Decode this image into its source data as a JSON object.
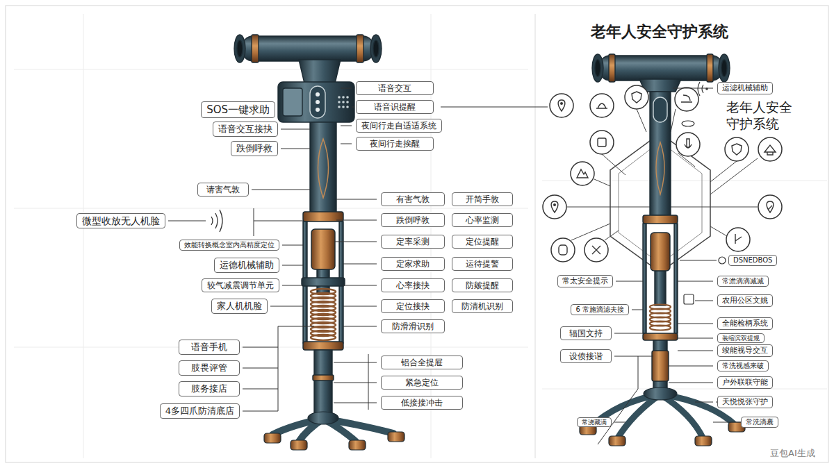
{
  "diagram": {
    "title": "老年人安全守护系统",
    "nodes": [
      {
        "text": [
          "SOS一键求助"
        ]
      },
      {
        "text": [
          "语音交互接抉"
        ]
      },
      {
        "text": [
          "跌倒呼救"
        ]
      },
      {
        "text": [
          "语音交互"
        ]
      },
      {
        "text": [
          "语音识提醒"
        ]
      },
      {
        "text": [
          "夜间行走自适适系统"
        ]
      },
      {
        "text": [
          "夜间行走挨醒"
        ]
      },
      {
        "text": [
          "请害气敦"
        ]
      },
      {
        "text": [
          "有害气敦"
        ]
      },
      {
        "text": [
          "开简手敦"
        ]
      },
      {
        "text": [
          "微型收放无人机脸"
        ]
      },
      {
        "text": [
          "跌倒呼敦"
        ]
      },
      {
        "text": [
          "心率监测"
        ]
      },
      {
        "text": [
          "效能转换概念室内高精度定位"
        ]
      },
      {
        "text": [
          "定率采测"
        ]
      },
      {
        "text": [
          "定位提醒"
        ]
      },
      {
        "text": [
          "运德机械辅助"
        ]
      },
      {
        "text": [
          "定家求助"
        ]
      },
      {
        "text": [
          "运待提警"
        ]
      },
      {
        "text": [
          "较气减震调节单元"
        ]
      },
      {
        "text": [
          "心率接抉"
        ]
      },
      {
        "text": [
          "防皴提醒"
        ]
      },
      {
        "text": [
          "家人机机脸"
        ]
      },
      {
        "text": [
          "定位接抉"
        ]
      },
      {
        "text": [
          "防清机识别"
        ]
      },
      {
        "text": [
          "防滑滑识别"
        ]
      },
      {
        "text": [
          "语音手机"
        ]
      },
      {
        "text": [
          "铝合全提屉"
        ]
      },
      {
        "text": [
          "肢畏评管"
        ]
      },
      {
        "text": [
          "紧急定位"
        ]
      },
      {
        "text": [
          "肢务接店"
        ]
      },
      {
        "text": [
          "低接接冲击"
        ]
      },
      {
        "text": [
          "4多四爪防清底店"
        ]
      },
      {
        "text": [
          "运滤机械辅助"
        ]
      },
      {
        "text": [
          "DSNEDBOS"
        ]
      },
      {
        "text": [
          "常太安全提示"
        ]
      },
      {
        "text": [
          "常澹滴滴减减"
        ]
      },
      {
        "text": [
          "农用公区文姚"
        ]
      },
      {
        "text": [
          "6 常施滴滤夫接"
        ]
      },
      {
        "text": [
          "全能检柄系统"
        ]
      },
      {
        "text": [
          "辐国文持"
        ]
      },
      {
        "text": [
          "装缩滨双提规"
        ]
      },
      {
        "text": [
          "竣能视导交互"
        ]
      },
      {
        "text": [
          "设偾接谐"
        ]
      },
      {
        "text": [
          "常洗视感来破"
        ]
      },
      {
        "text": [
          "户外联联守能"
        ]
      },
      {
        "text": [
          "天悦悦张守护"
        ]
      },
      {
        "text": [
          "常浇藏满"
        ]
      },
      {
        "text": [
          "常洗滴裹"
        ]
      }
    ],
    "labels": [
      "老年人安全守护系统",
      "豆包AI生成"
    ]
  }
}
